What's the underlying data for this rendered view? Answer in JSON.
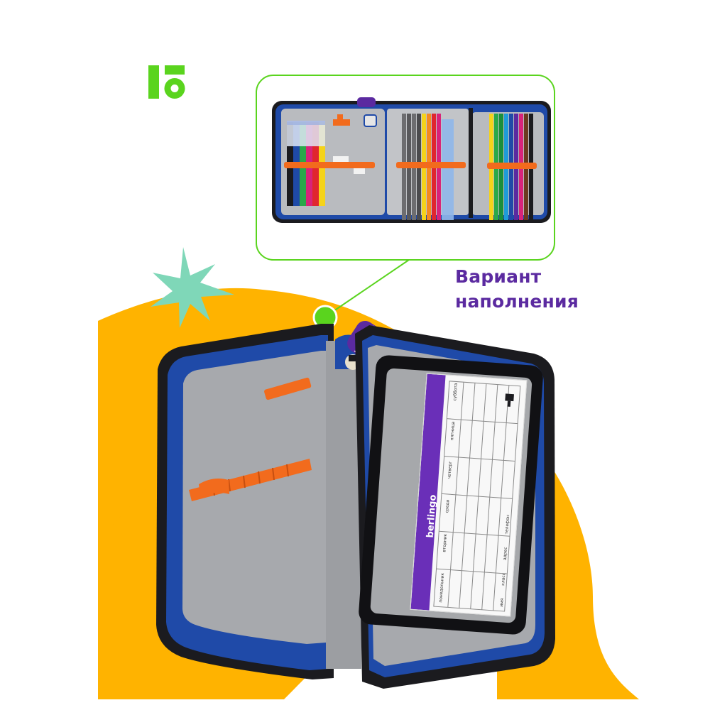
{
  "promo": {
    "caption_line1": "Вариант",
    "caption_line2": "наполнения"
  },
  "brand": {
    "name": "berlingo",
    "logo_icon": "berlingo-logo-icon"
  },
  "schedule_card": {
    "days": [
      "понедельник",
      "вторник",
      "среда",
      "четверг",
      "пятница",
      "суббота"
    ],
    "fields": [
      "имя",
      "класс",
      "адрес",
      "телефон"
    ]
  },
  "colors": {
    "brand_green": "#5ad41e",
    "caption_purple": "#5b2aa0",
    "accent_yellow": "#ffb300",
    "star_mint": "#7fd7b8",
    "case_blue": "#1f4aa8",
    "lining_gray": "#a7a9ad",
    "strap_orange": "#f26b1d"
  }
}
